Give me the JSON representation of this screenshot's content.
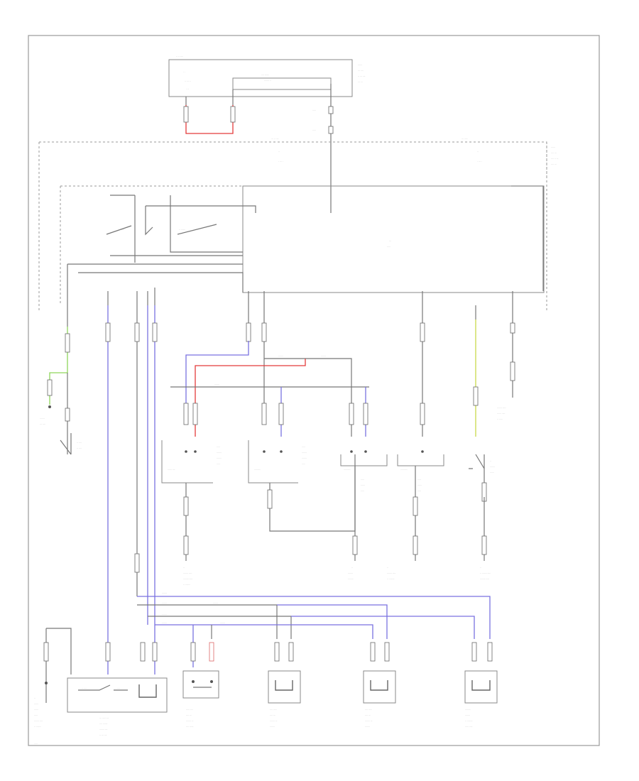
{
  "diagram": {
    "colors": {
      "power": "#e33b3b",
      "signal": "#7a72e0",
      "switch": "#8fd65a",
      "ground": "#777777"
    },
    "components": [
      "fuse-box",
      "power-window-relay",
      "passenger-fuse-box",
      "main-switch",
      "control-unit",
      "lock-actuator-front-left",
      "lock-actuator-front-right",
      "lock-actuator-rear-left",
      "lock-actuator-rear-right",
      "door-lock-switch",
      "key-switch",
      "driver-door-lock-unit",
      "driver-door-switch"
    ]
  }
}
